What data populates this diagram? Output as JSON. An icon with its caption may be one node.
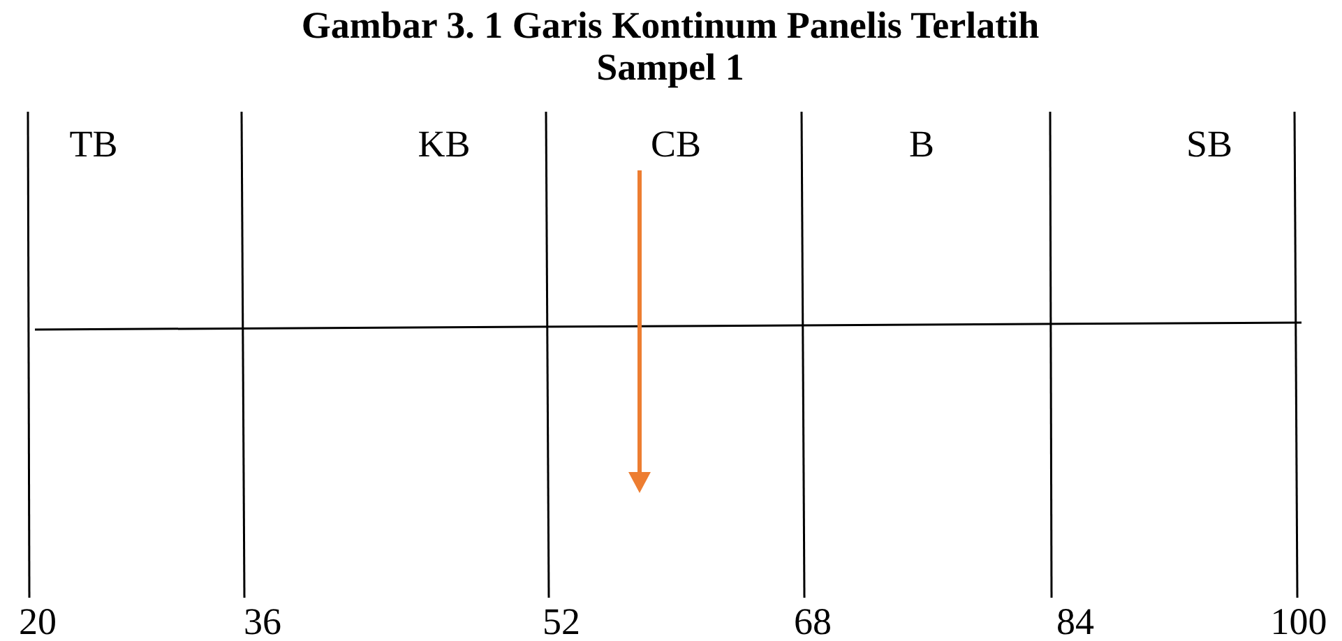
{
  "diagram": {
    "title": "Gambar 3. 1 Garis Kontinum Panelis Terlatih Sampel 1",
    "labels": [
      "TB",
      "KB",
      "CB",
      "B",
      "SB",
      "20",
      "36",
      "52",
      "68",
      "84",
      "100"
    ]
  }
}
